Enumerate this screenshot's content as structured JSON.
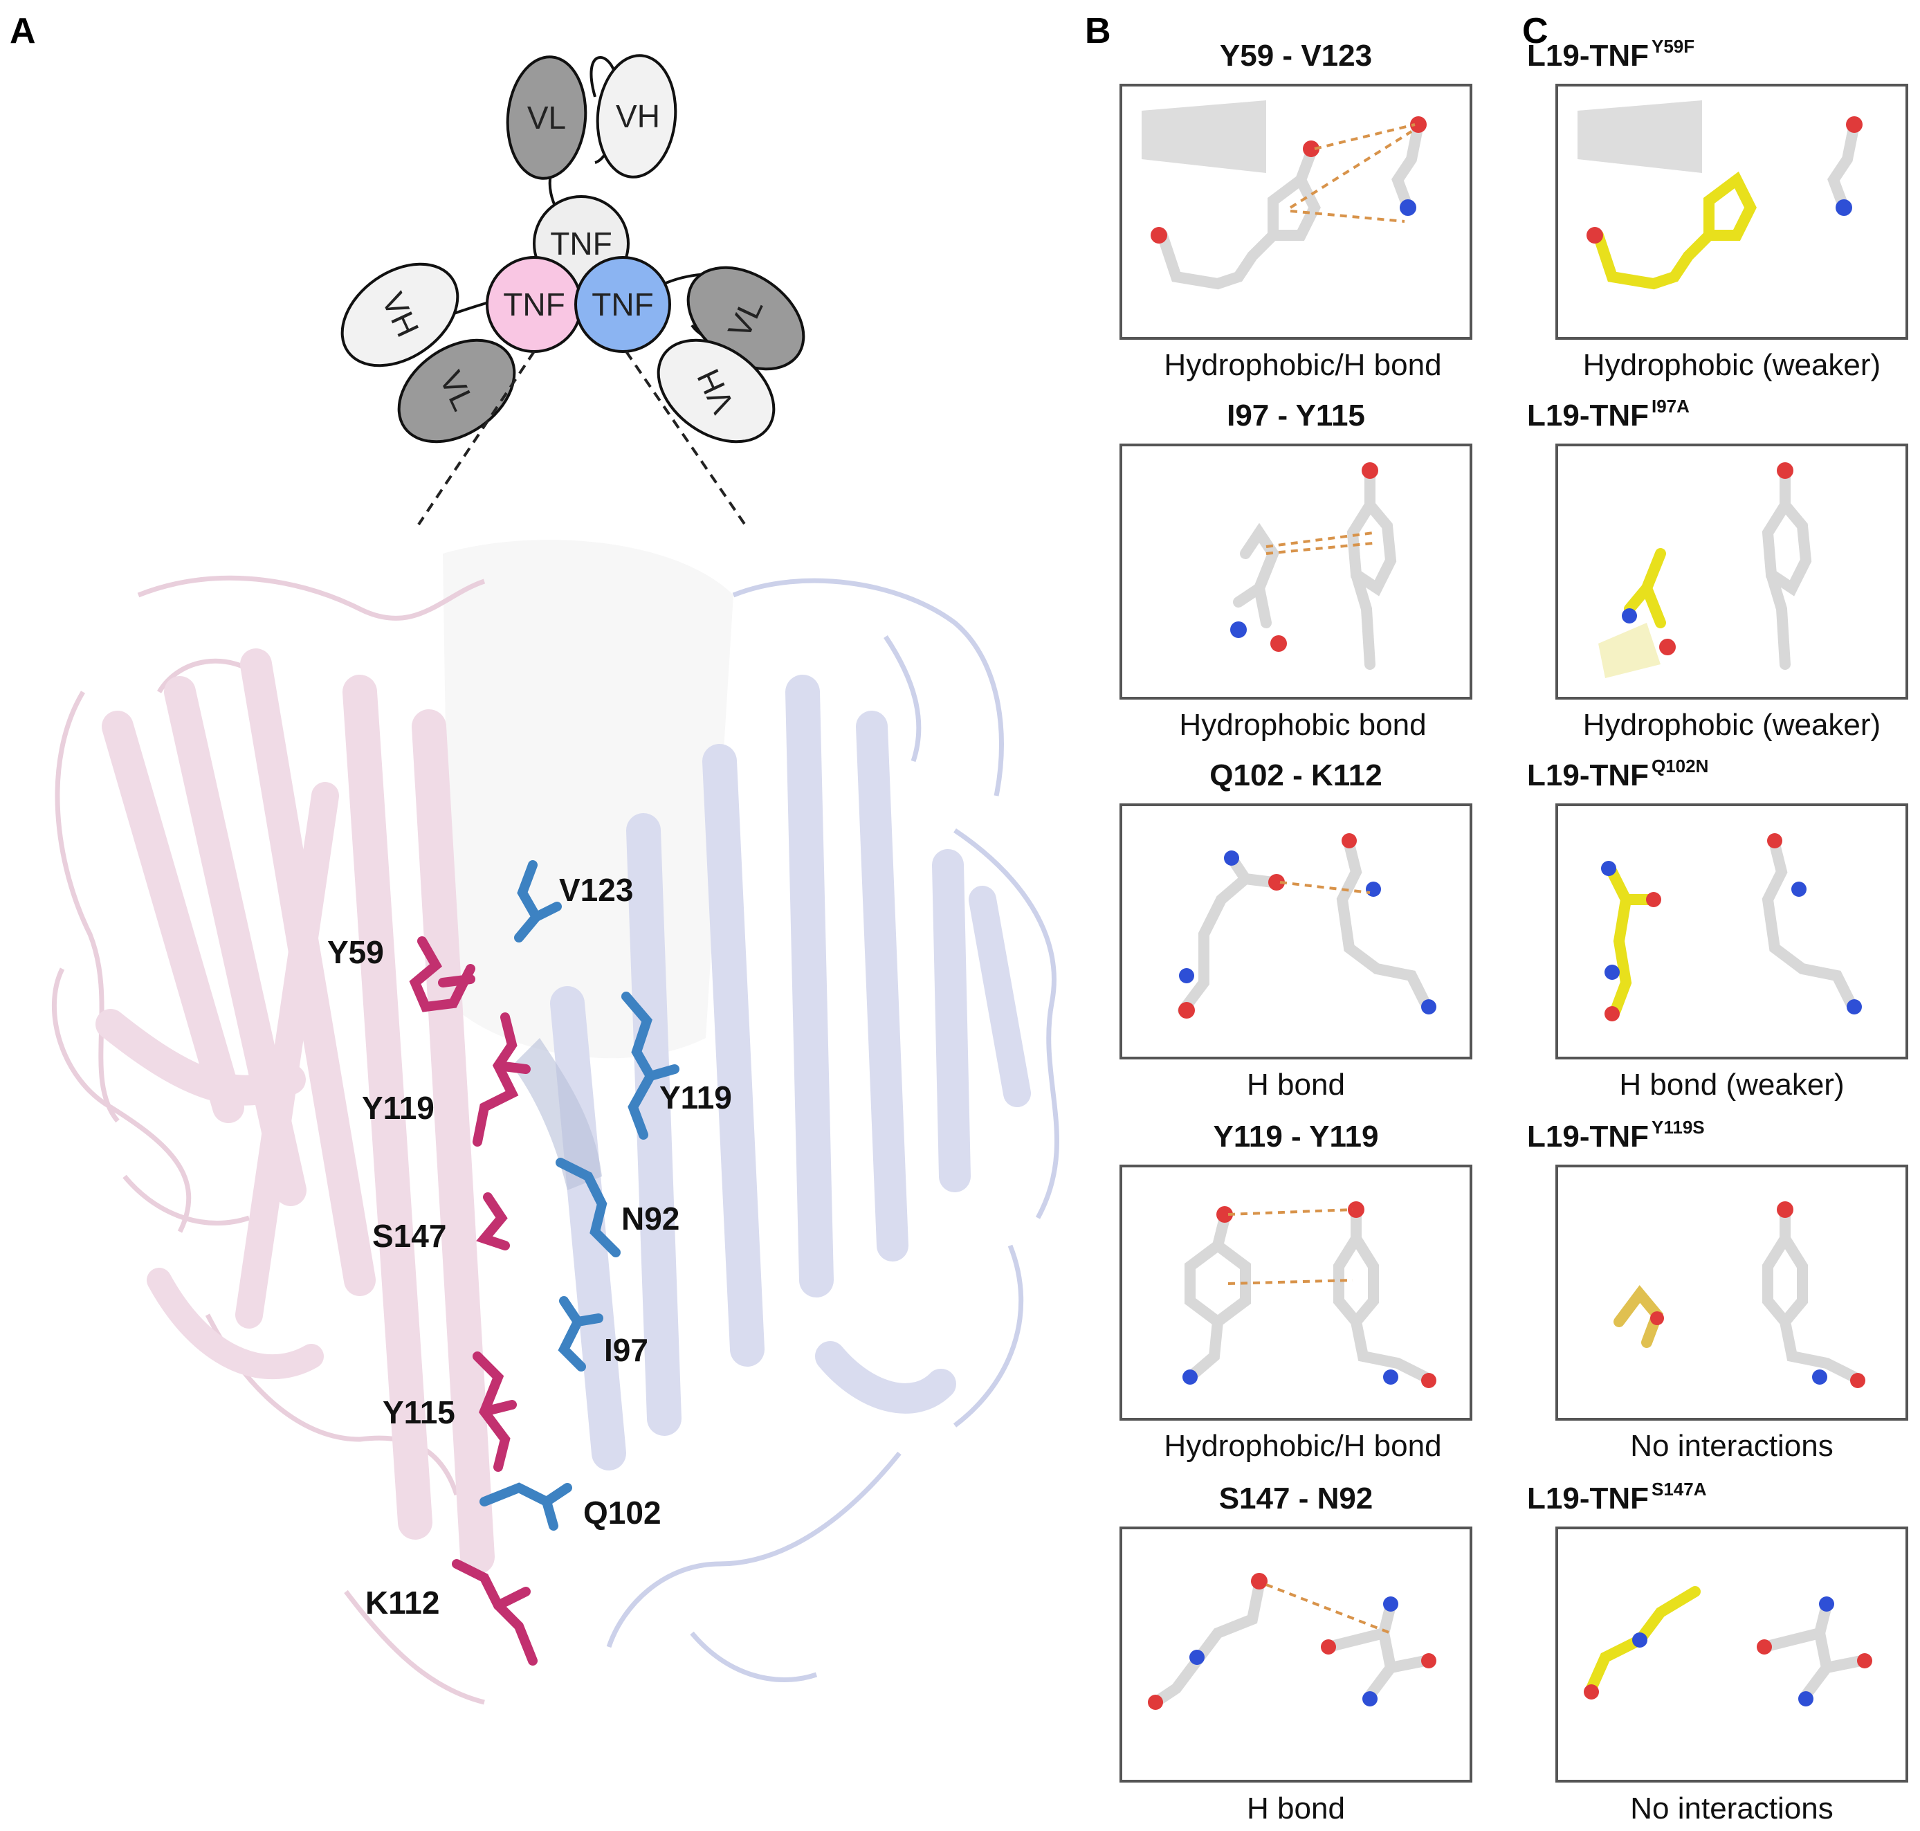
{
  "panel_letters": {
    "a": "A",
    "b": "B",
    "c": "C"
  },
  "diagram": {
    "top": {
      "vl": "VL",
      "vh": "VH",
      "tnf": "TNF"
    },
    "left": {
      "tnf": "TNF",
      "vh": "VH",
      "vl": "VL"
    },
    "right": {
      "tnf": "TNF",
      "vl": "VL",
      "vh": "VH"
    }
  },
  "residues_pink": [
    "Y59",
    "Y119",
    "S147",
    "Y115",
    "K112"
  ],
  "residues_blue": [
    "V123",
    "Y119",
    "N92",
    "I97",
    "Q102"
  ],
  "panel_b": [
    {
      "title": "Y59 - V123",
      "caption": "Hydrophobic/H bond"
    },
    {
      "title": "I97 - Y115",
      "caption": "Hydrophobic bond"
    },
    {
      "title": "Q102 - K112",
      "caption": "H bond"
    },
    {
      "title": "Y119 - Y119",
      "caption": "Hydrophobic/H bond"
    },
    {
      "title": "S147 - N92",
      "caption": "H bond"
    }
  ],
  "panel_c": [
    {
      "title": "L19-TNF",
      "sup": "Y59F",
      "caption": "Hydrophobic (weaker)"
    },
    {
      "title": "L19-TNF",
      "sup": "I97A",
      "caption": "Hydrophobic (weaker)"
    },
    {
      "title": "L19-TNF",
      "sup": "Q102N",
      "caption": "H bond (weaker)"
    },
    {
      "title": "L19-TNF",
      "sup": "Y119S",
      "caption": "No interactions"
    },
    {
      "title": "L19-TNF",
      "sup": "S147A",
      "caption": "No interactions"
    }
  ],
  "colors": {
    "pink_subunit": "#f9c6e3",
    "blue_subunit": "#8bb4f2",
    "grey_subunit": "#eeeeee",
    "dark_domain": "#9a9a9a",
    "light_domain": "#f2f2f2",
    "residue_magenta": "#c2306f",
    "residue_blue": "#3d82c2",
    "mutation_yellow": "#e8e01c",
    "bond_orange": "#d8934a"
  }
}
